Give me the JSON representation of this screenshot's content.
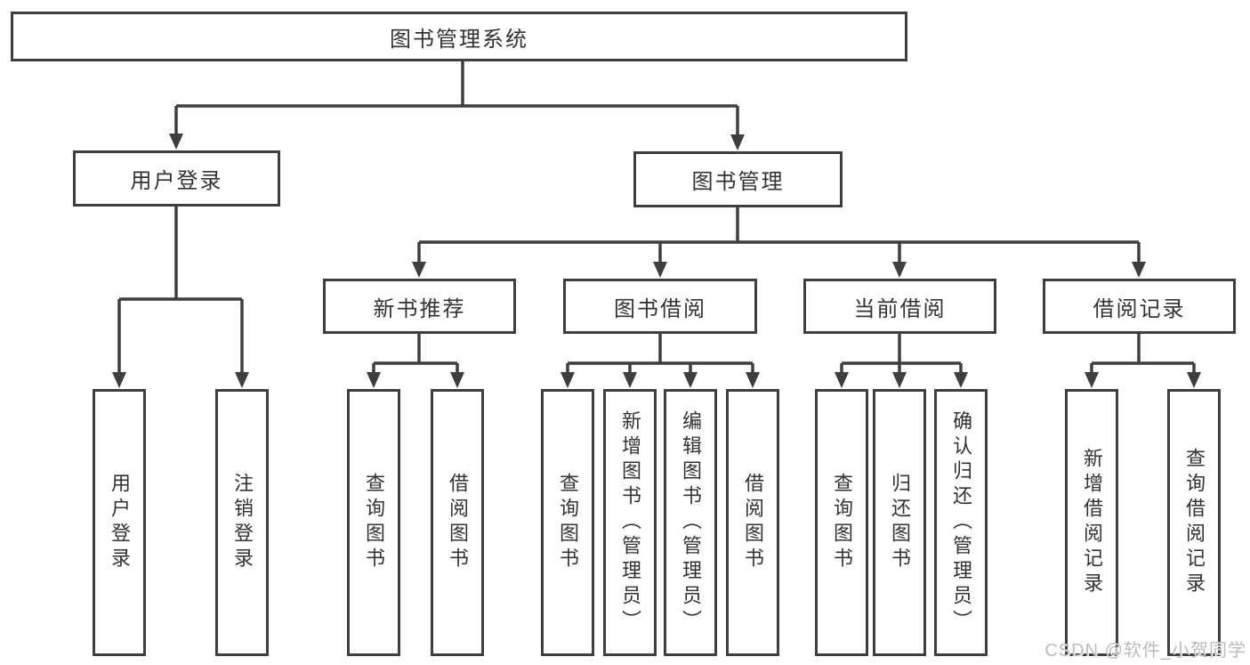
{
  "diagram": {
    "title": "图书管理系统",
    "branches": [
      {
        "label": "用户登录",
        "children": [
          "用户登录",
          "注销登录"
        ]
      },
      {
        "label": "图书管理",
        "groups": [
          {
            "label": "新书推荐",
            "children": [
              "查询图书",
              "借阅图书"
            ]
          },
          {
            "label": "图书借阅",
            "children": [
              "查询图书",
              "新增图书（管理员）",
              "编辑图书（管理员）",
              "借阅图书"
            ]
          },
          {
            "label": "当前借阅",
            "children": [
              "查询图书",
              "归还图书",
              "确认归还（管理员）"
            ]
          },
          {
            "label": "借阅记录",
            "children": [
              "新增借阅记录",
              "查询借阅记录"
            ]
          }
        ]
      }
    ]
  },
  "watermark": "CSDN @软件_小贺同学",
  "colors": {
    "line": "#3e3e3e",
    "box_border": "#3f3f3f",
    "box_background": "#ffffff",
    "text": "#333333",
    "watermark_text": "#b9bcc0",
    "page_background": "#ffffff"
  }
}
